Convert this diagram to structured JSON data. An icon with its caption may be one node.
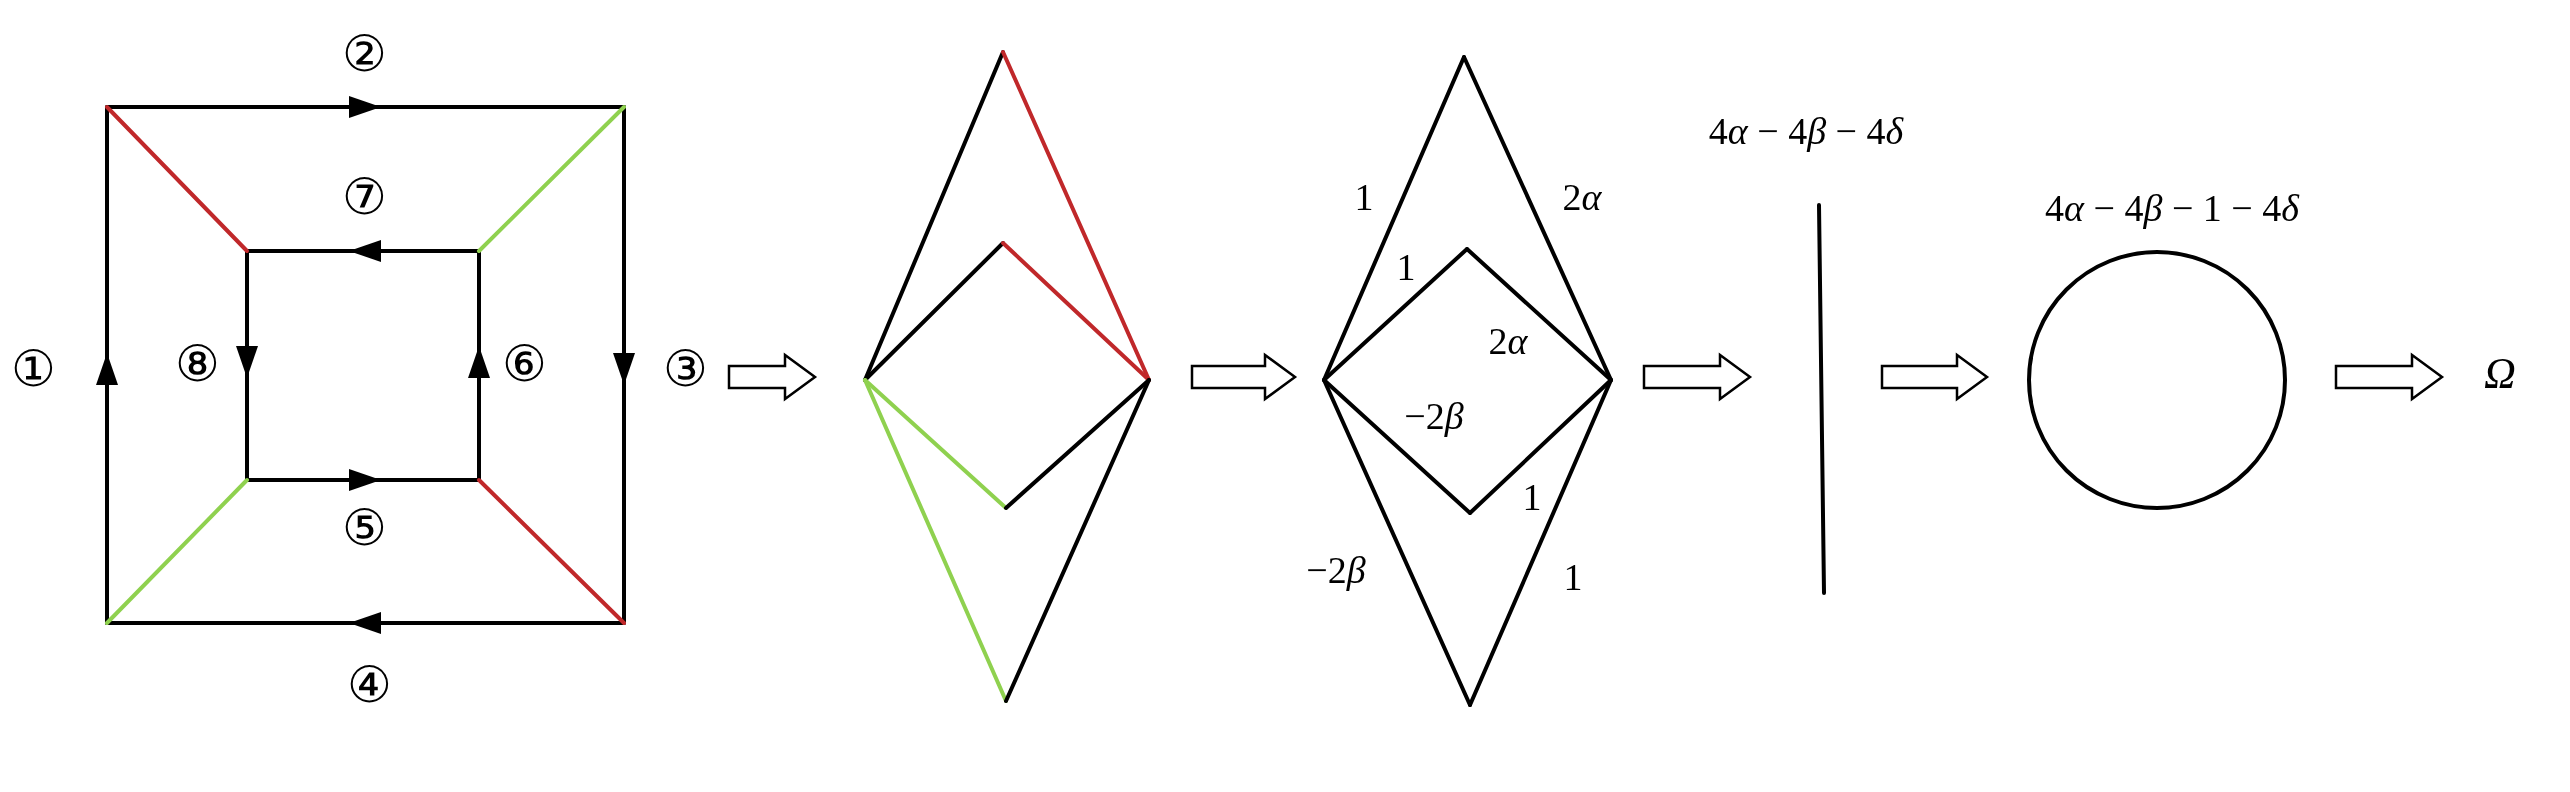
{
  "diagram": {
    "nodes": [
      {
        "text": [],
        "shape": "picture"
      },
      {
        "text": [],
        "shape": "picture"
      },
      {
        "text": [],
        "shape": "picture"
      },
      {
        "text": [],
        "shape": "bar",
        "beside": [
          "4α − 4β − 4δ"
        ]
      },
      {
        "text": [],
        "shape": "circle",
        "beside": [
          "4α − 4β − 1 − 4δ"
        ]
      },
      {
        "text": [
          "Ω"
        ]
      }
    ],
    "edges": [
      {
        "from": 0,
        "to": 1,
        "arrow": "to"
      },
      {
        "from": 1,
        "to": 2,
        "arrow": "to"
      },
      {
        "from": 2,
        "to": 3,
        "arrow": "to"
      },
      {
        "from": 3,
        "to": 4,
        "arrow": "to"
      },
      {
        "from": 4,
        "to": 5,
        "arrow": "to"
      }
    ],
    "labels": [
      "②",
      "⑦",
      "①",
      "⑧",
      "⑥",
      "③",
      "⑤",
      "④",
      "1",
      "2α",
      "1",
      "2α",
      "−2β",
      "1",
      "−2β",
      "1"
    ]
  }
}
